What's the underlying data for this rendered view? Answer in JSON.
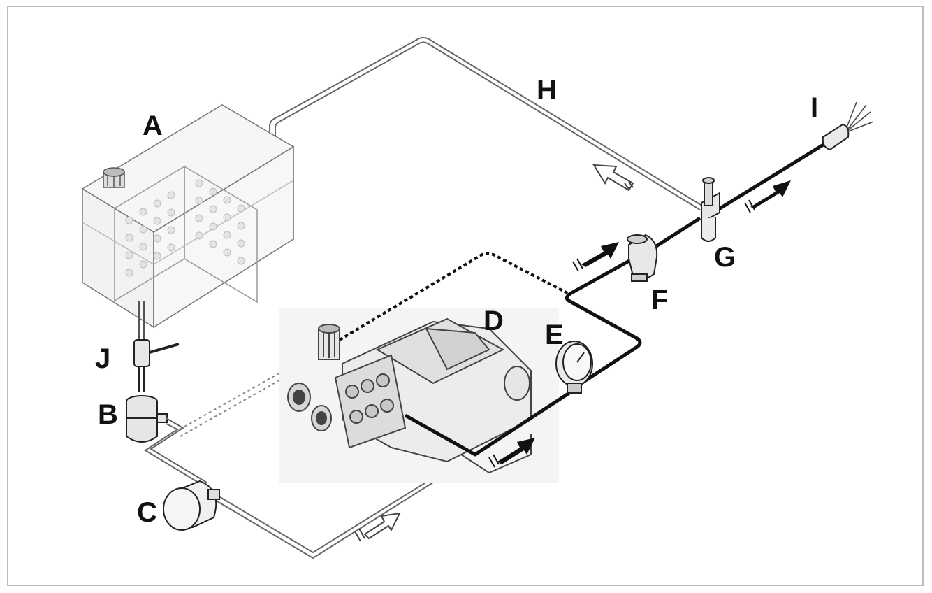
{
  "diagram": {
    "labels": {
      "a": "A",
      "b": "B",
      "c": "C",
      "d": "D",
      "e": "E",
      "f": "F",
      "g": "G",
      "h": "H",
      "i": "I",
      "j": "J"
    },
    "colors": {
      "line": "#555555",
      "ink": "#111111",
      "frame": "#bdbdbd"
    }
  }
}
